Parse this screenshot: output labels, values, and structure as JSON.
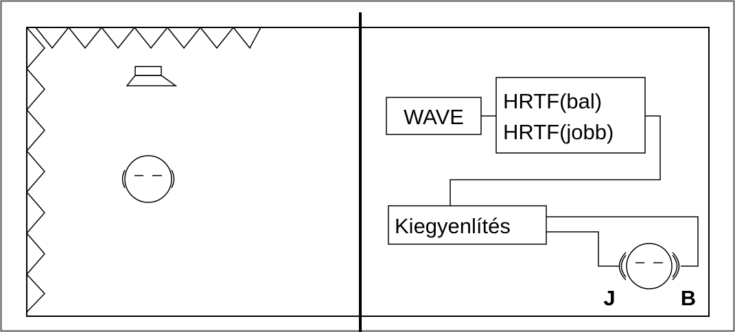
{
  "blocks": {
    "wave": "WAVE",
    "hrtf_left": "HRTF(bal)",
    "hrtf_right": "HRTF(jobb)",
    "equalization": "Kiegyenlítés"
  },
  "ears": {
    "left": "J",
    "right": "B"
  },
  "colors": {
    "line": "#000000",
    "background": "#ffffff"
  }
}
